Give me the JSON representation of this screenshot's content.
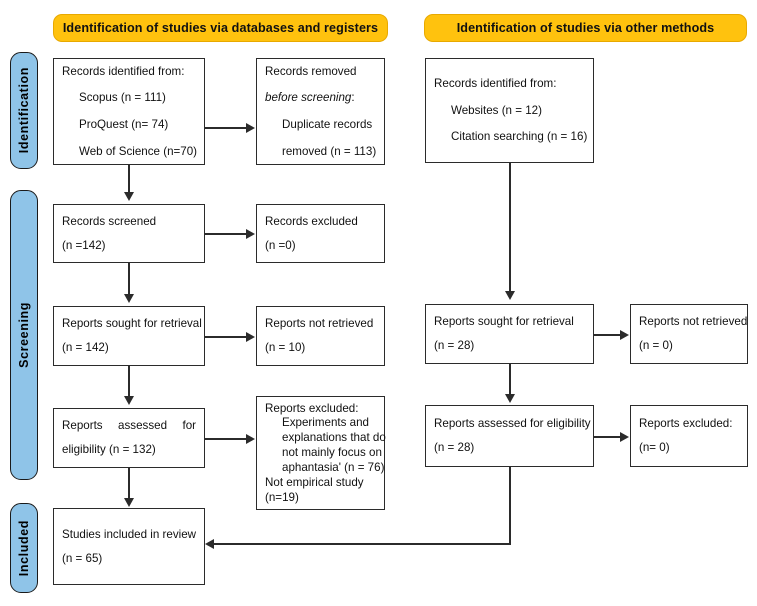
{
  "figure": {
    "type": "prisma-flow-diagram",
    "colors": {
      "banner": "#FFC20E",
      "stage_pill": "#8FC4E8",
      "box_border": "#2b2b2b",
      "background": "#ffffff"
    }
  },
  "stages": [
    {
      "key": "identification",
      "label": "Identification"
    },
    {
      "key": "screening",
      "label": "Screening"
    },
    {
      "key": "included",
      "label": "Included"
    }
  ],
  "banners": {
    "databases": "Identification of studies via databases and registers",
    "other": "Identification of studies via other methods"
  },
  "databases_column": {
    "records_identified": {
      "title": "Records identified from:",
      "sources": [
        "Scopus (n = 111)",
        "ProQuest (n= 74)",
        "Web of Science (n=70)"
      ]
    },
    "records_removed": {
      "line1": "Records removed",
      "line2": "before screening",
      "line2_suffix": ":",
      "line3": "Duplicate records",
      "line4": "removed (n = 113)"
    },
    "records_screened": {
      "line1": "Records screened",
      "line2": "(n =142)"
    },
    "records_excluded": {
      "line1": "Records excluded",
      "line2": "(n =0)"
    },
    "reports_sought": {
      "line1": "Reports sought for retrieval",
      "line2": "(n = 142)"
    },
    "reports_not_retrieved": {
      "line1": "Reports not retrieved",
      "line2": "(n = 10)"
    },
    "reports_assessed": {
      "line1_a": "Reports",
      "line1_b": "assessed",
      "line1_c": "for",
      "line2": "eligibility (n = 132)"
    },
    "reports_excluded": {
      "title": "Reports excluded:",
      "reasons": [
        "Experiments and",
        "explanations that do",
        "not mainly focus on",
        "aphantasia' (n = 76)",
        "Not empirical study",
        "(n=19)"
      ]
    }
  },
  "other_column": {
    "records_identified": {
      "title": "Records identified from:",
      "sources": [
        "Websites (n = 12)",
        "Citation searching (n = 16)"
      ]
    },
    "reports_sought": {
      "line1": "Reports sought for retrieval",
      "line2": "(n = 28)"
    },
    "reports_not_retrieved": {
      "line1": "Reports not retrieved",
      "line2": "(n = 0)"
    },
    "reports_assessed": {
      "line1": "Reports assessed for eligibility",
      "line2": "(n = 28)"
    },
    "reports_excluded": {
      "line1": "Reports excluded:",
      "line2": "(n= 0)"
    }
  },
  "included_box": {
    "line1": "Studies included in review",
    "line2": "(n = 65)"
  }
}
